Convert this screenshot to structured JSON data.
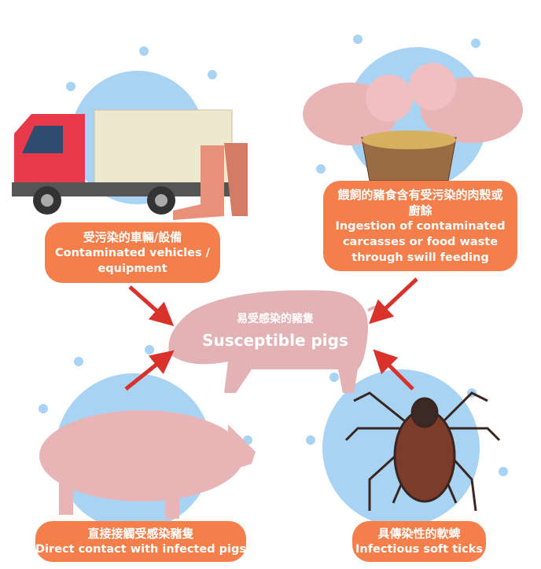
{
  "center": {
    "zh": "易受感染的豬隻",
    "en": "Susceptible pigs"
  },
  "sources": [
    {
      "zh": "受污染的車輛/設備",
      "en": "Contaminated vehicles / equipment",
      "icon": "truck-and-boots"
    },
    {
      "zh": "餵飼的豬食含有受污染的肉殼或廚餘",
      "en": "Ingestion of contaminated carcasses or food waste through swill feeding",
      "icon": "pigs-eating-swill"
    },
    {
      "zh": "直接接觸受感染豬隻",
      "en": "Direct contact with infected pigs",
      "icon": "pig"
    },
    {
      "zh": "具傳染性的軟蜱",
      "en": "Infectious soft ticks",
      "icon": "tick"
    }
  ],
  "colors": {
    "label_box": "#f47f4b",
    "arrow": "#d8322b",
    "splash": "#a8d3f3",
    "pig": "#e9b4b6",
    "center_pig": "#e3b2b5"
  }
}
